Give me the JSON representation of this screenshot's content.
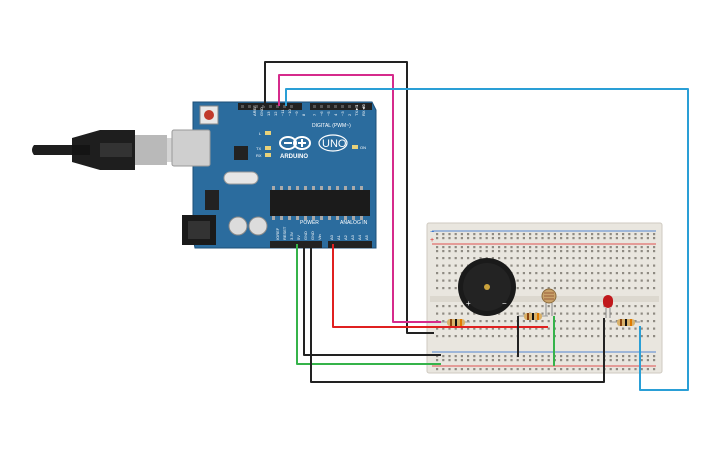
{
  "arduino": {
    "logo": "ARDUINO",
    "model": "UNO",
    "digital_label": "DIGITAL (PWM~)",
    "power_label": "POWER",
    "analog_label": "ANALOG IN",
    "led_on_label": "ON",
    "led_l_label": "L",
    "led_tx_label": "TX",
    "led_rx_label": "RX",
    "aref_label": "AREF",
    "gnd_label": "GND",
    "pin13_label": "13",
    "pin12_label": "12",
    "pin11_label": "~11",
    "pin10_label": "~10",
    "pin9_label": "~9",
    "pin8_label": "8",
    "pin7_label": "7",
    "pin6_label": "~6",
    "pin5_label": "~5",
    "pin4_label": "4",
    "pin3_label": "~3",
    "pin2_label": "2",
    "tx1_label": "TX►1",
    "rx0_label": "RX◄0",
    "ioref_label": "IOREF",
    "reset_label": "RESET",
    "v33_label": "3.3V",
    "v5_label": "5V",
    "gnd1_label": "GND",
    "gnd2_label": "GND",
    "vin_label": "Vin",
    "a0_label": "A0",
    "a1_label": "A1",
    "a2_label": "A2",
    "a3_label": "A3",
    "a4_label": "A4",
    "a5_label": "A5"
  },
  "breadboard": {
    "buzzer_plus": "+",
    "buzzer_minus": "−",
    "rail_plus": "+",
    "rail_minus": "−"
  },
  "colors": {
    "board": "#2b6c9e",
    "board_edge": "#1d4f78",
    "breadboard": "#e9e6df",
    "wire_black": "#222222",
    "wire_pink": "#d62b8c",
    "wire_blue": "#2a9fd6",
    "wire_red": "#e02020",
    "wire_green": "#35b34a",
    "led": "#c0181c"
  }
}
